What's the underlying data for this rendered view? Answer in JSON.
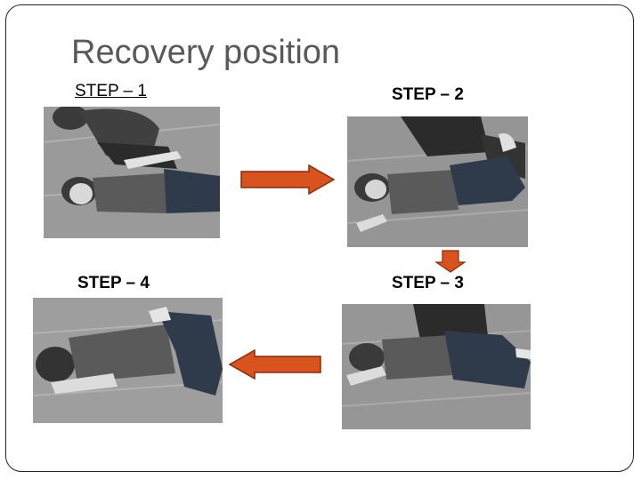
{
  "slide": {
    "title": "Recovery position",
    "steps": [
      {
        "label": "STEP – 1",
        "image": "photo of person lying on back, helper kneeling beside"
      },
      {
        "label": "STEP – 2",
        "image": "photo of helper bending the person's far knee"
      },
      {
        "label": "STEP – 3",
        "image": "photo of helper rolling the person onto side"
      },
      {
        "label": "STEP – 4",
        "image": "photo of person in recovery position"
      }
    ]
  },
  "colors": {
    "arrow_fill": "#d9531e",
    "arrow_stroke": "#8a2a0a",
    "title": "#595959",
    "photo_bg": "#8d8d8d"
  }
}
